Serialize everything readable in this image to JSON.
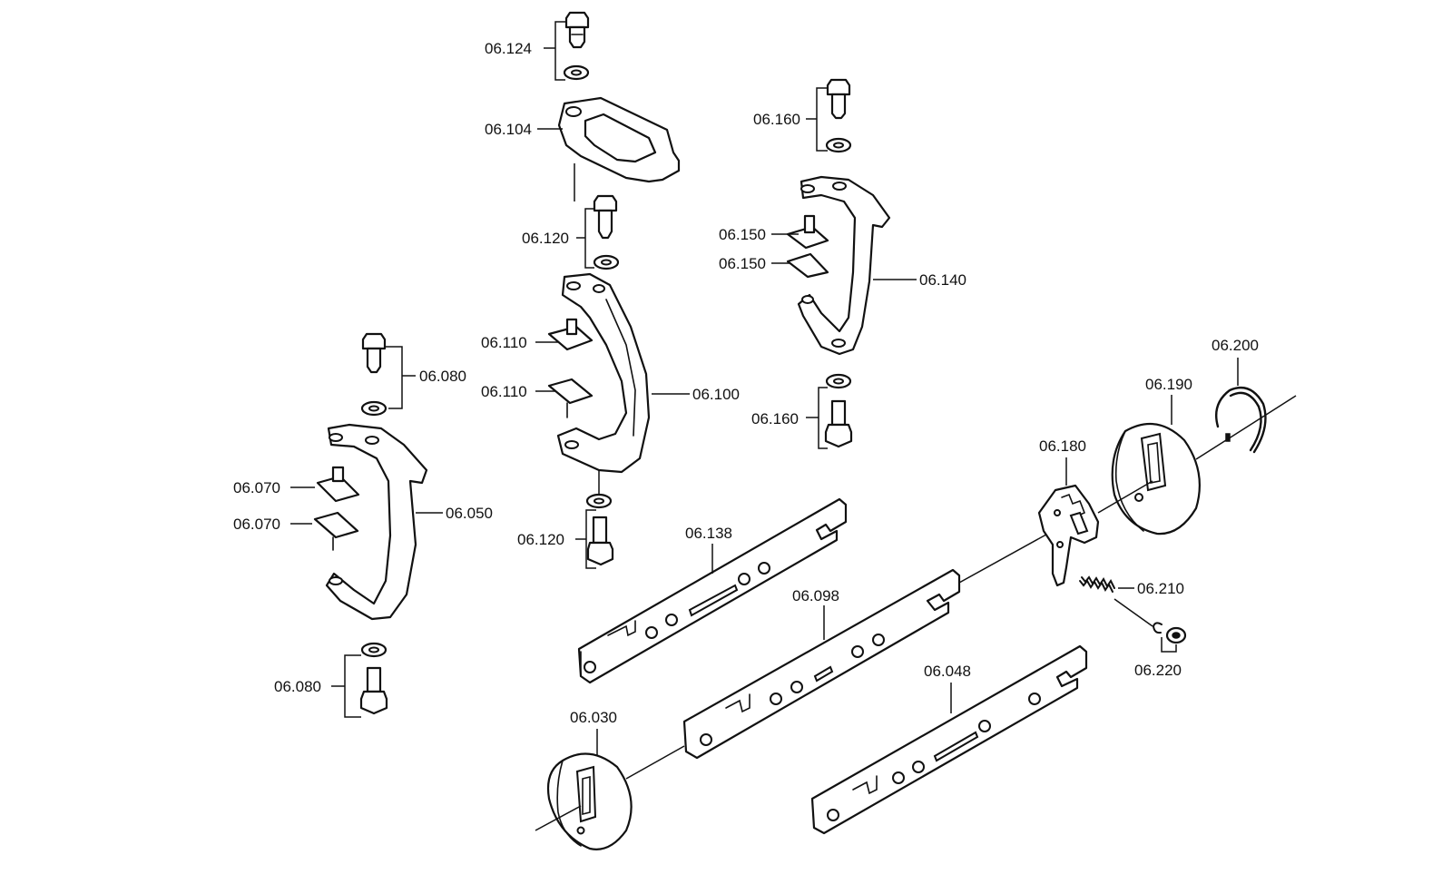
{
  "callouts": {
    "c06124": "06.124",
    "c06104": "06.104",
    "c06120a": "06.120",
    "c06110a": "06.110",
    "c06110b": "06.110",
    "c06100": "06.100",
    "c06120b": "06.120",
    "c06160a": "06.160",
    "c06150a": "06.150",
    "c06150b": "06.150",
    "c06140": "06.140",
    "c06160b": "06.160",
    "c06080a": "06.080",
    "c06070a": "06.070",
    "c06070b": "06.070",
    "c06050": "06.050",
    "c06080b": "06.080",
    "c06200": "06.200",
    "c06190": "06.190",
    "c06180": "06.180",
    "c06138": "06.138",
    "c06098": "06.098",
    "c06210": "06.210",
    "c06220": "06.220",
    "c06048": "06.048",
    "c06030": "06.030"
  }
}
